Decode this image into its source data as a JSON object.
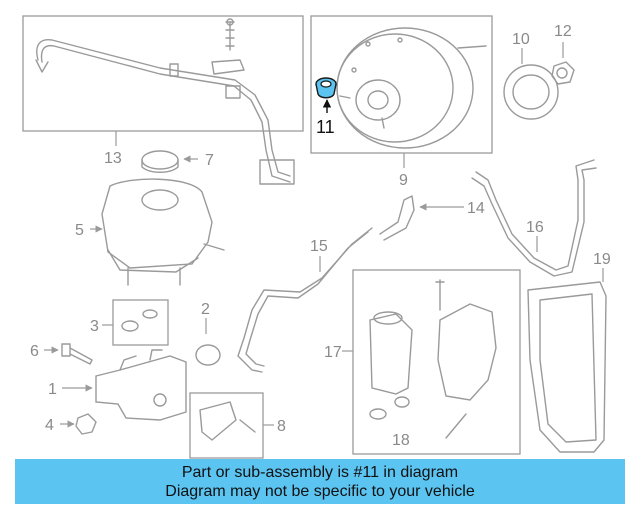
{
  "diagram": {
    "highlight_color": "#5bc4f1",
    "callouts": [
      "1",
      "2",
      "3",
      "4",
      "5",
      "6",
      "7",
      "8",
      "9",
      "10",
      "11",
      "12",
      "13",
      "14",
      "15",
      "16",
      "17",
      "18",
      "19"
    ]
  },
  "banner": {
    "line1": "Part or sub-assembly is #11 in diagram",
    "line2": "Diagram may not be specific to your vehicle",
    "color": "#5bc4f1"
  }
}
